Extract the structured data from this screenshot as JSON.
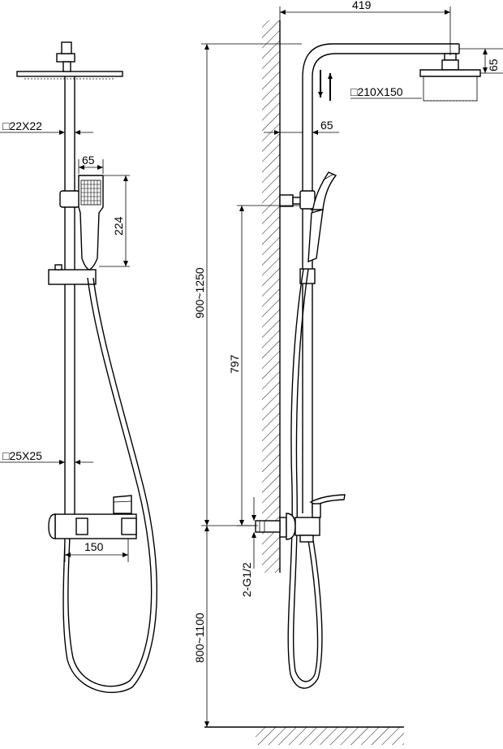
{
  "front_view": {
    "arm_size": "□22X22",
    "handset_width": "65",
    "handset_height": "224",
    "riser_size": "□25X25",
    "valve_width": "150"
  },
  "side_view": {
    "arm_reach": "419",
    "head_drop": "65",
    "head_size": "□210X150",
    "wall_offset": "65",
    "slide_height": "797",
    "adjust_range_upper": "900~1250",
    "inlet_thread": "2-G1/2",
    "adjust_range_lower": "800~1100"
  }
}
